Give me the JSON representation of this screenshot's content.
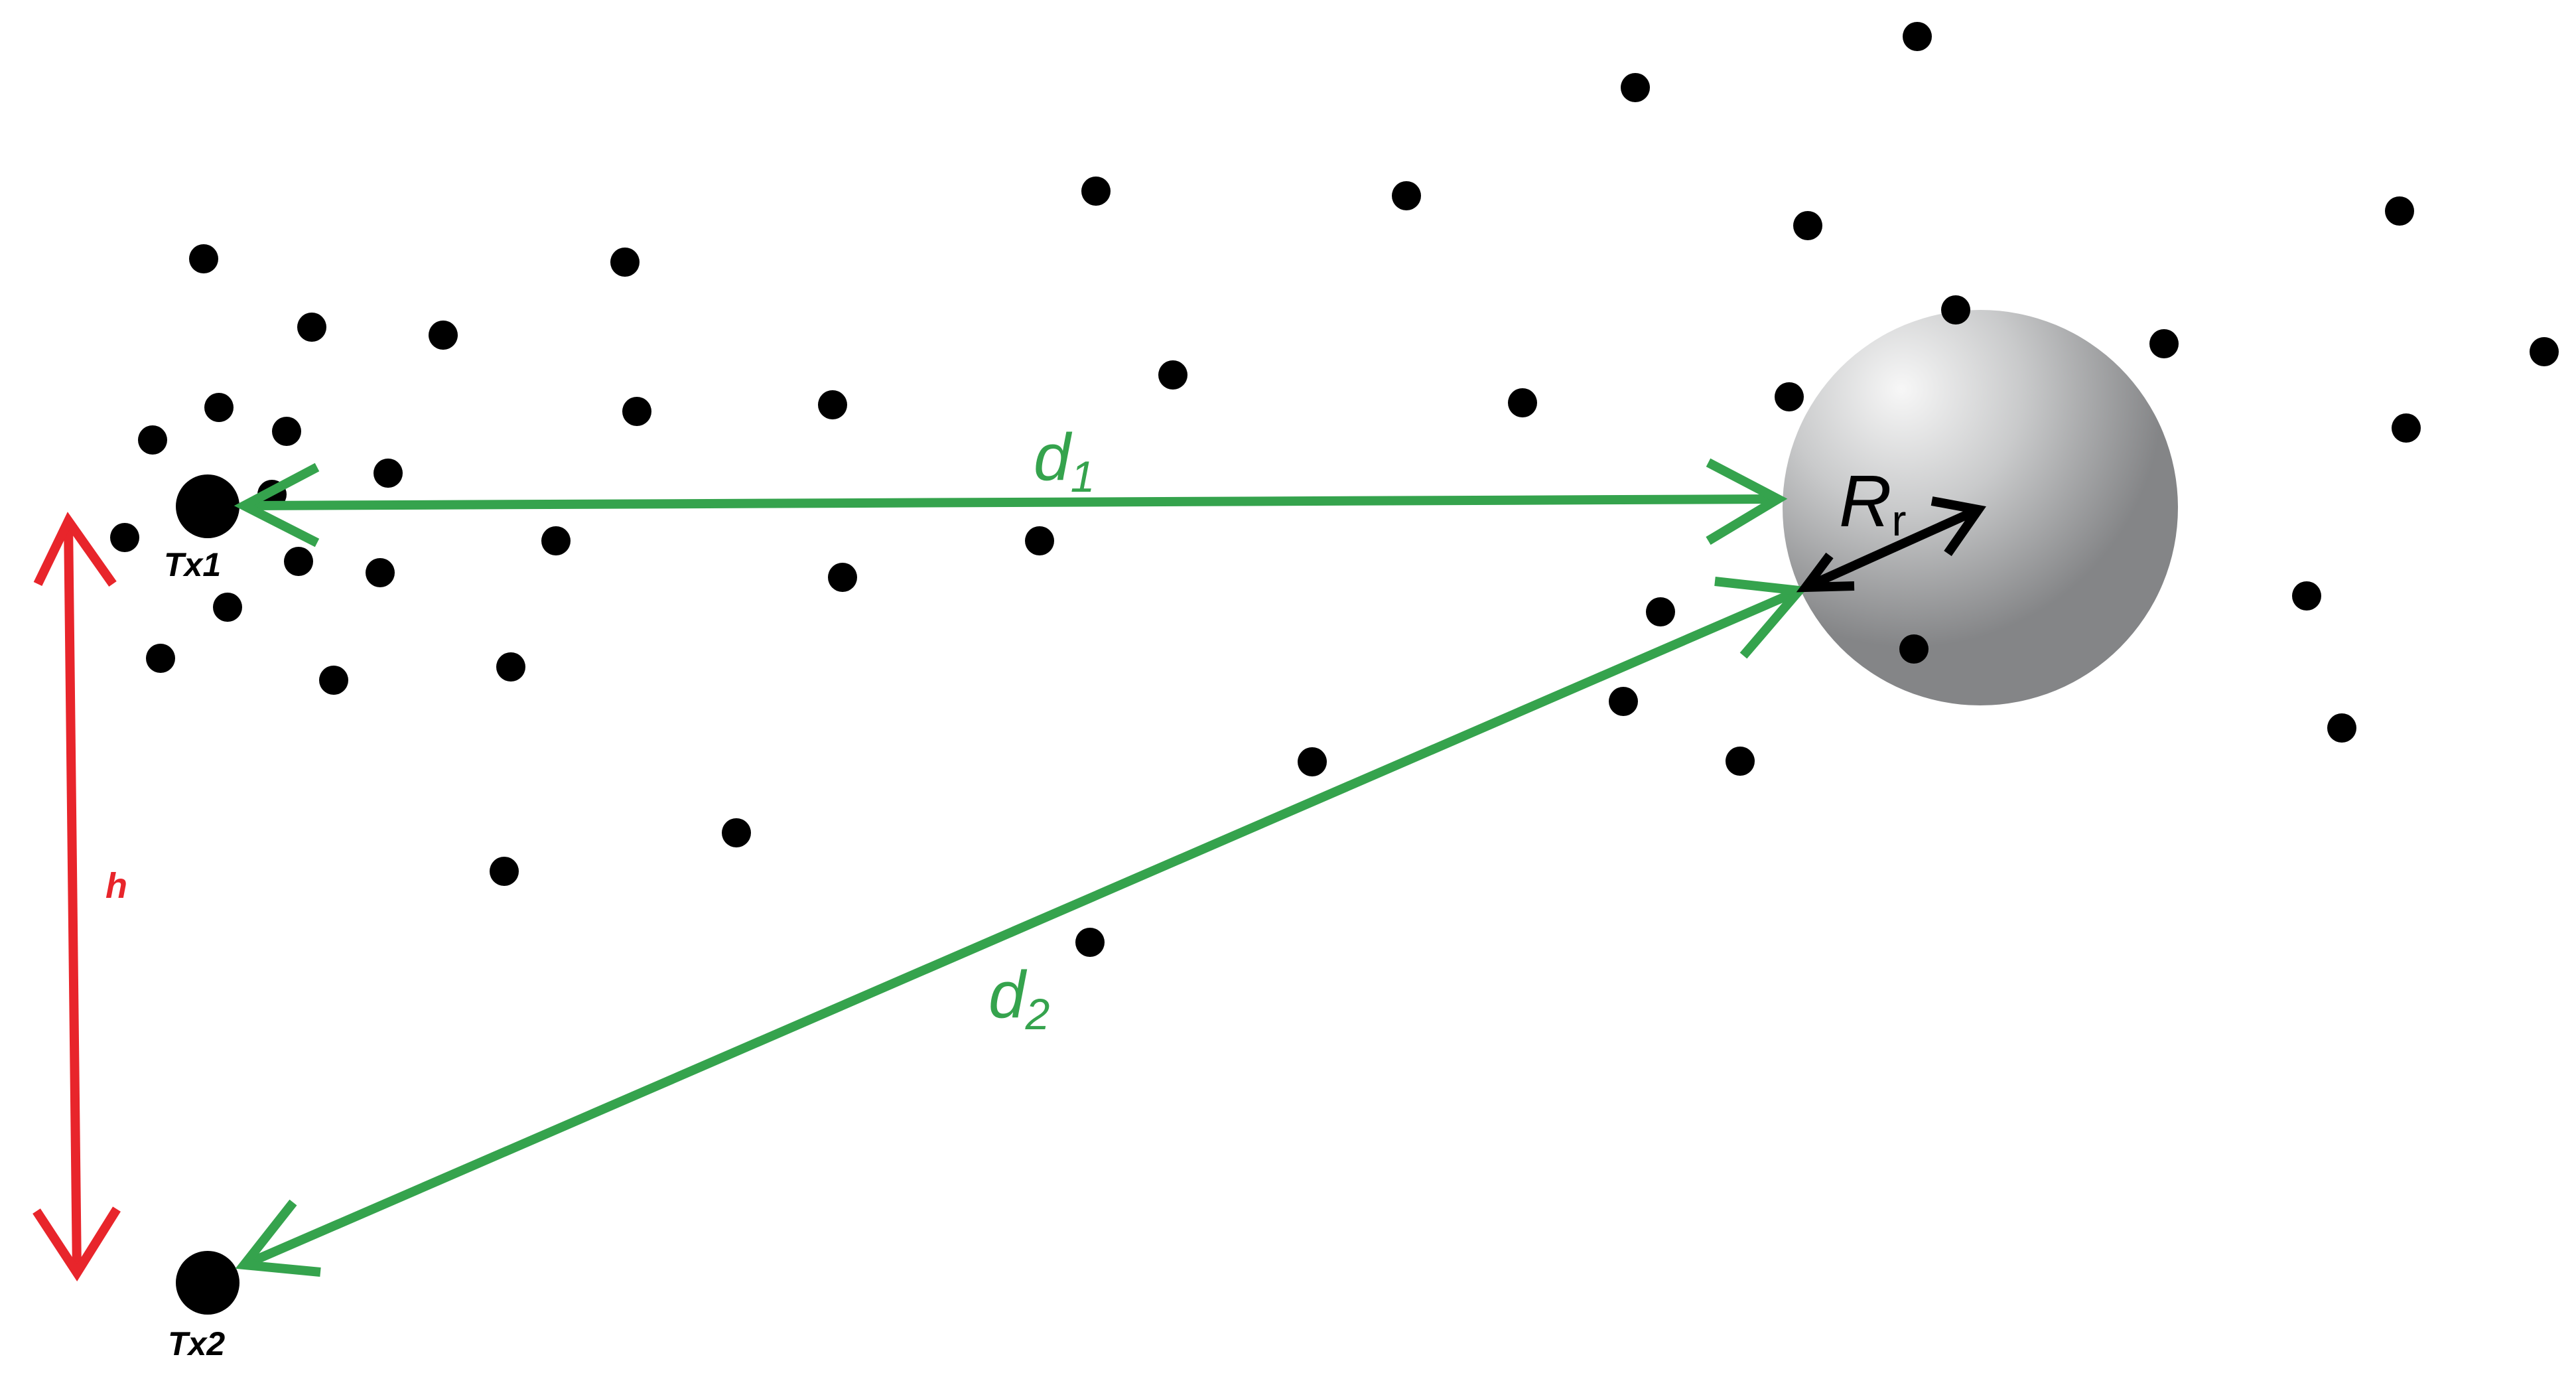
{
  "labels": {
    "tx1": "Tx1",
    "tx2": "Tx2",
    "d1_main": "d",
    "d1_sub": "1",
    "d2_main": "d",
    "d2_sub": "2",
    "rr_main": "R",
    "rr_sub": "r",
    "h": "h"
  },
  "colors": {
    "distance_arrows": "#35a34d",
    "height_arrow": "#e8252b",
    "molecules": "#000000",
    "receiver_highlight": "#f7f7f7",
    "receiver_shadow": "#848587",
    "radius_arrow": "#000000"
  },
  "icons": {
    "transmitter": "filled-circle",
    "molecule": "filled-dot",
    "receiver": "shaded-sphere"
  }
}
